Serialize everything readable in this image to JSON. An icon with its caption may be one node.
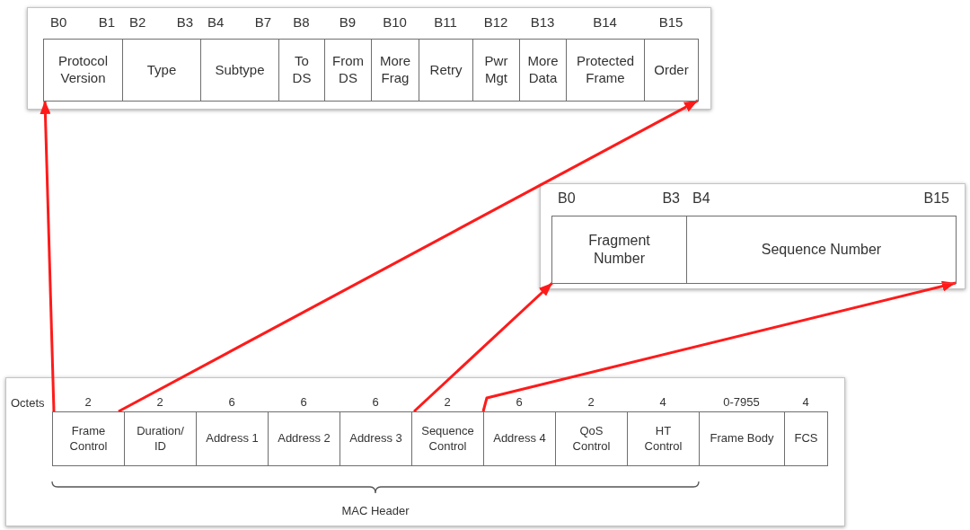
{
  "diagram": {
    "nodes": [
      {
        "text": [
          "Protocol Version"
        ],
        "beside": [
          "B0",
          "B1"
        ]
      },
      {
        "text": [
          "Type"
        ],
        "beside": [
          "B2",
          "B3"
        ]
      },
      {
        "text": [
          "Subtype"
        ],
        "beside": [
          "B4",
          "B7"
        ]
      },
      {
        "text": [
          "To DS"
        ],
        "beside": [
          "B8"
        ]
      },
      {
        "text": [
          "From DS"
        ],
        "beside": [
          "B9"
        ]
      },
      {
        "text": [
          "More Frag"
        ],
        "beside": [
          "B10"
        ]
      },
      {
        "text": [
          "Retry"
        ],
        "beside": [
          "B11"
        ]
      },
      {
        "text": [
          "Pwr Mgt"
        ],
        "beside": [
          "B12"
        ]
      },
      {
        "text": [
          "More Data"
        ],
        "beside": [
          "B13"
        ]
      },
      {
        "text": [
          "Protected Frame"
        ],
        "beside": [
          "B14"
        ]
      },
      {
        "text": [
          "Order"
        ],
        "beside": [
          "B15"
        ]
      },
      {
        "text": [
          "Fragment Number"
        ],
        "beside": [
          "B0",
          "B3"
        ]
      },
      {
        "text": [
          "Sequence Number"
        ],
        "beside": [
          "B4",
          "B15"
        ]
      },
      {
        "text": [
          "Frame Control"
        ],
        "beside": [
          "2"
        ]
      },
      {
        "text": [
          "Duration/ ID"
        ],
        "beside": [
          "2"
        ]
      },
      {
        "text": [
          "Address 1"
        ],
        "beside": [
          "6"
        ]
      },
      {
        "text": [
          "Address 2"
        ],
        "beside": [
          "6"
        ]
      },
      {
        "text": [
          "Address 3"
        ],
        "beside": [
          "6"
        ]
      },
      {
        "text": [
          "Sequence Control"
        ],
        "beside": [
          "2"
        ]
      },
      {
        "text": [
          "Address 4"
        ],
        "beside": [
          "6"
        ]
      },
      {
        "text": [
          "QoS Control"
        ],
        "beside": [
          "2"
        ]
      },
      {
        "text": [
          "HT Control"
        ],
        "beside": [
          "4"
        ]
      },
      {
        "text": [
          "Frame Body"
        ],
        "beside": [
          "0-7955"
        ]
      },
      {
        "text": [
          "FCS"
        ],
        "beside": [
          "4"
        ]
      }
    ],
    "edges": [
      {
        "from": 13,
        "to": 0,
        "arrow": "to"
      },
      {
        "from": 13,
        "to": 10,
        "arrow": "to"
      },
      {
        "from": 18,
        "to": 11,
        "arrow": "to"
      },
      {
        "from": 18,
        "to": 12,
        "arrow": "to"
      }
    ],
    "labels": [
      "Octets",
      "MAC Header"
    ]
  }
}
